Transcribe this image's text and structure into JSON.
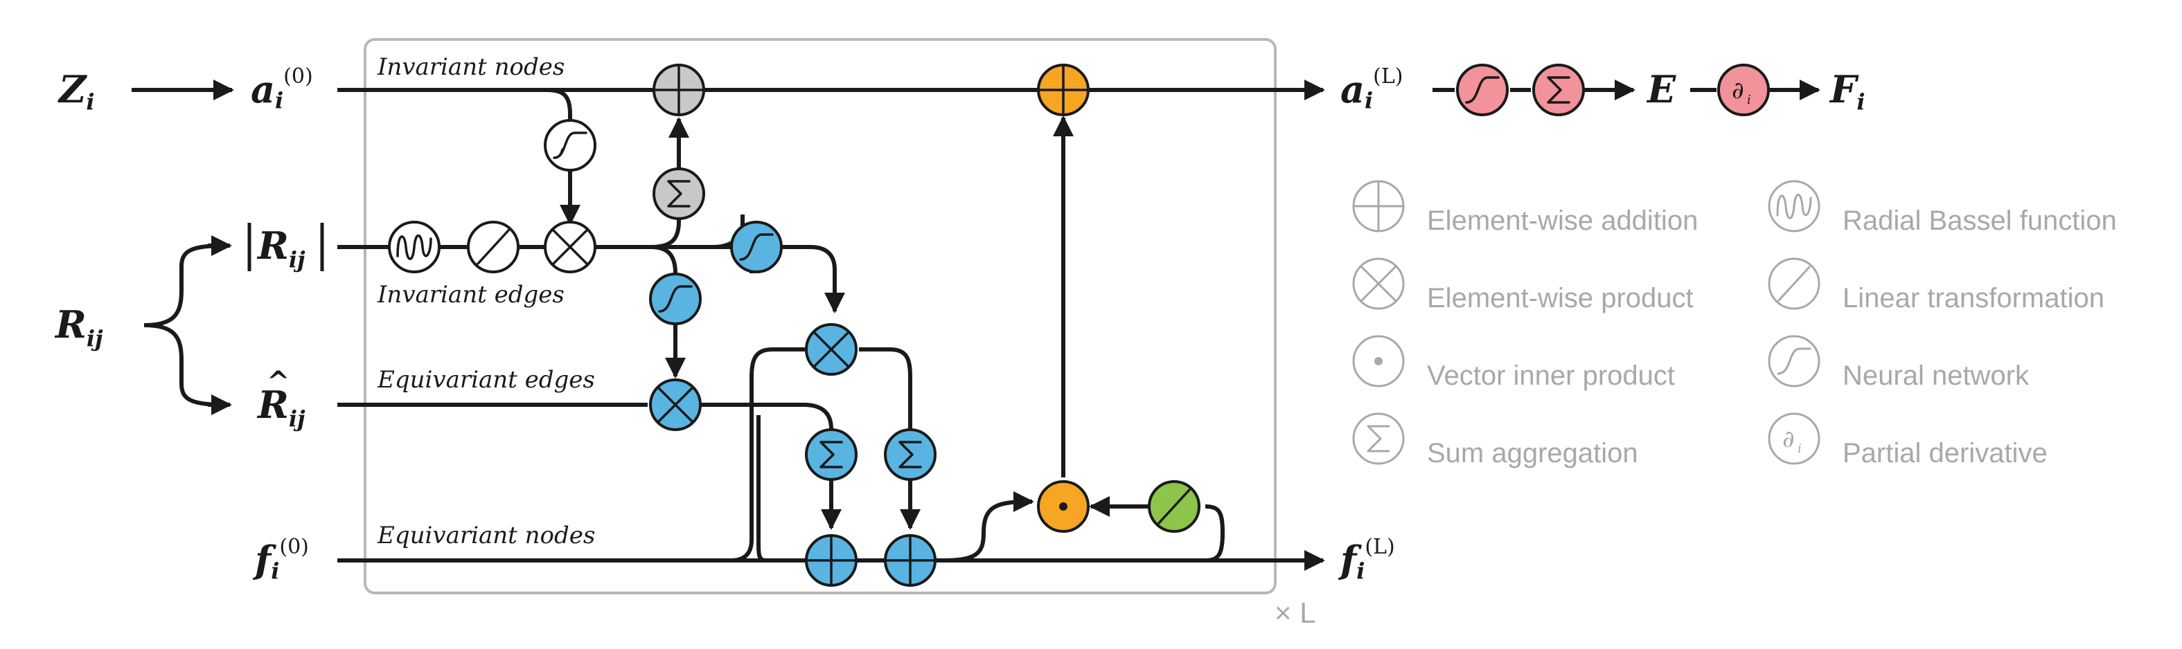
{
  "colors": {
    "gray_node": "#c8c8c8",
    "blue_node": "#5ab4e1",
    "orange_node": "#f6a623",
    "green_node": "#8cc54a",
    "pink_node": "#f2929a",
    "wire": "#1a1a1a",
    "legend_gray": "#a8a8a8",
    "box_border": "#b8b8b8"
  },
  "inputs": {
    "z": {
      "main": "Z",
      "sub": "i"
    },
    "r": {
      "main": "R",
      "sub": "ij"
    },
    "a0": {
      "main": "a",
      "sub": "i",
      "sup": "(0)"
    },
    "rabs": {
      "main": "R",
      "sub": "ij"
    },
    "rhat": {
      "main": "R",
      "sub": "ij",
      "accent": "^"
    },
    "f0": {
      "main": "f",
      "sub": "i",
      "sup": "(0)"
    }
  },
  "outputs": {
    "aL": {
      "main": "a",
      "sub": "i",
      "sup": "(L)"
    },
    "fL": {
      "main": "f",
      "sub": "i",
      "sup": "(L)"
    },
    "energy": "E",
    "force": {
      "main": "F",
      "sub": "i"
    }
  },
  "edge_labels": {
    "invariant_nodes": "Invariant nodes",
    "invariant_edges": "Invariant edges",
    "equivariant_edges": "Equivariant edges",
    "equivariant_nodes": "Equivariant nodes"
  },
  "repeat_label": "× L",
  "legend": [
    {
      "icon": "element-wise-addition-icon",
      "label": "Element-wise addition"
    },
    {
      "icon": "radial-bessel-function-icon",
      "label": "Radial Bassel function"
    },
    {
      "icon": "element-wise-product-icon",
      "label": "Element-wise product"
    },
    {
      "icon": "linear-transformation-icon",
      "label": "Linear transformation"
    },
    {
      "icon": "vector-inner-product-icon",
      "label": "Vector inner product"
    },
    {
      "icon": "neural-network-icon",
      "label": "Neural network"
    },
    {
      "icon": "sum-aggregation-icon",
      "label": "Sum aggregation"
    },
    {
      "icon": "partial-derivative-icon",
      "label": "Partial derivative"
    }
  ],
  "derivative_symbol": "∂",
  "derivative_sub": "i"
}
